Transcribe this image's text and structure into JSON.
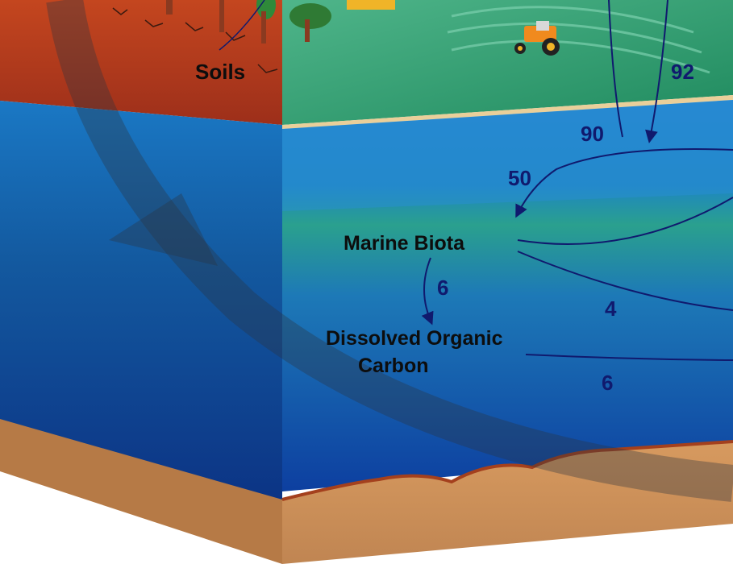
{
  "labels": {
    "soils": "Soils",
    "marine_biota": "Marine Biota",
    "dissolved_line1": "Dissolved Organic",
    "dissolved_line2": "Carbon"
  },
  "fluxes": {
    "ocean_uptake": "92",
    "ocean_release": "90",
    "to_marine_biota": "50",
    "biota_to_dissolved": "6",
    "biota_to_deep": "4",
    "dissolved_to_deep": "6"
  },
  "colors": {
    "soil_red": "#b43a1d",
    "land_green": "#2e9a6c",
    "surface_ocean": "#1e7fc8",
    "deep_ocean": "#0a3a96",
    "sediment": "#c98d56",
    "arrow_navy": "#101a6e"
  },
  "icons": [
    "tree-icon",
    "tractor-icon",
    "big-carbon-arrow"
  ]
}
